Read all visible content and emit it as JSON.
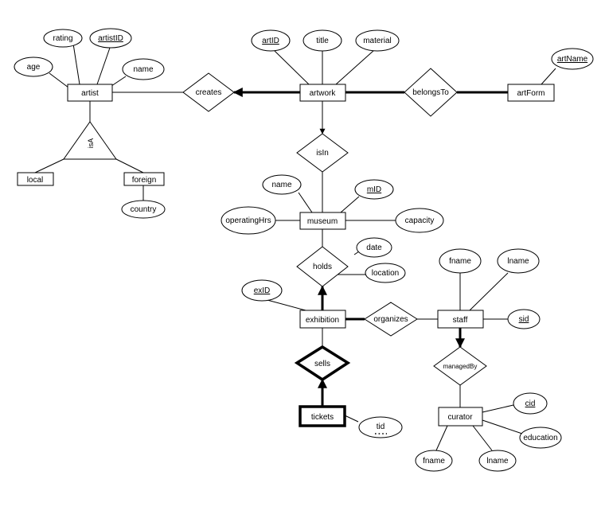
{
  "entities": {
    "artist": "artist",
    "artwork": "artwork",
    "artForm": "artForm",
    "local": "local",
    "foreign": "foreign",
    "museum": "museum",
    "exhibition": "exhibition",
    "staff": "staff",
    "curator": "curator",
    "tickets": "tickets"
  },
  "relationships": {
    "creates": "creates",
    "belongsTo": "belongsTo",
    "isIn": "isIn",
    "holds": "holds",
    "organizes": "organizes",
    "managedBy": "managedBy",
    "sells": "sells",
    "isA": "isA"
  },
  "attributes": {
    "artist_rating": "rating",
    "artist_artistID": "artistID",
    "artist_age": "age",
    "artist_name": "name",
    "foreign_country": "country",
    "artwork_artID": "artID",
    "artwork_title": "title",
    "artwork_material": "material",
    "artForm_artName": "artName",
    "museum_name": "name",
    "museum_mID": "mID",
    "museum_operatingHrs": "operatingHrs",
    "museum_capacity": "capacity",
    "holds_date": "date",
    "holds_location": "location",
    "exhibition_exID": "exID",
    "staff_fname": "fname",
    "staff_lname": "lname",
    "staff_sid": "sid",
    "curator_cid": "cid",
    "curator_education": "education",
    "curator_fname": "fname",
    "curator_lname": "lname",
    "tickets_tid": "tid"
  }
}
